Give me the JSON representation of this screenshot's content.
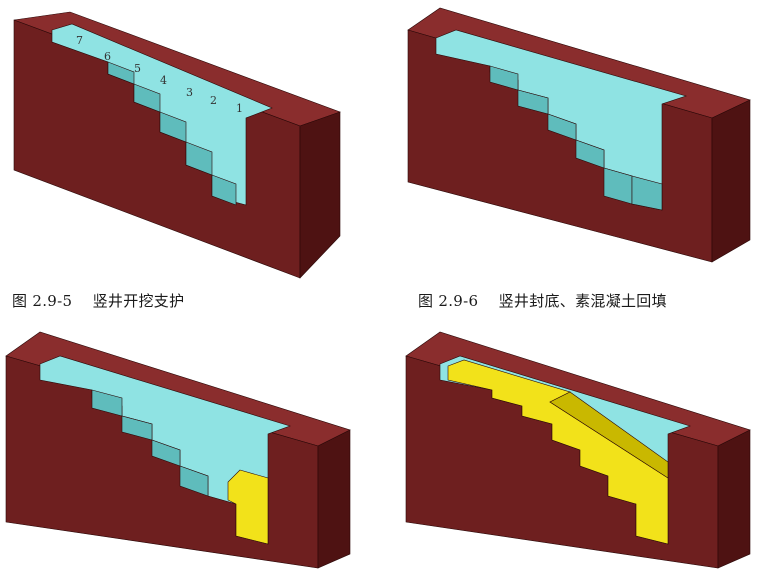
{
  "captions": {
    "fig5": "图 2.9-5    竖井开挖支护",
    "fig6": "图 2.9-6    竖井封底、素混凝土回填"
  },
  "labels": {
    "pit_numbers": [
      "7",
      "6",
      "5",
      "4",
      "3",
      "2",
      "1"
    ]
  },
  "colors": {
    "soil_front": "#6e1f1f",
    "soil_top": "#8a2d2d",
    "soil_side": "#4e1212",
    "support": "#8fe3e3",
    "support_dark": "#5fbcbc",
    "concrete": "#f2e21a",
    "concrete_dark": "#c9b800",
    "ground_lines": "#2a0808"
  }
}
